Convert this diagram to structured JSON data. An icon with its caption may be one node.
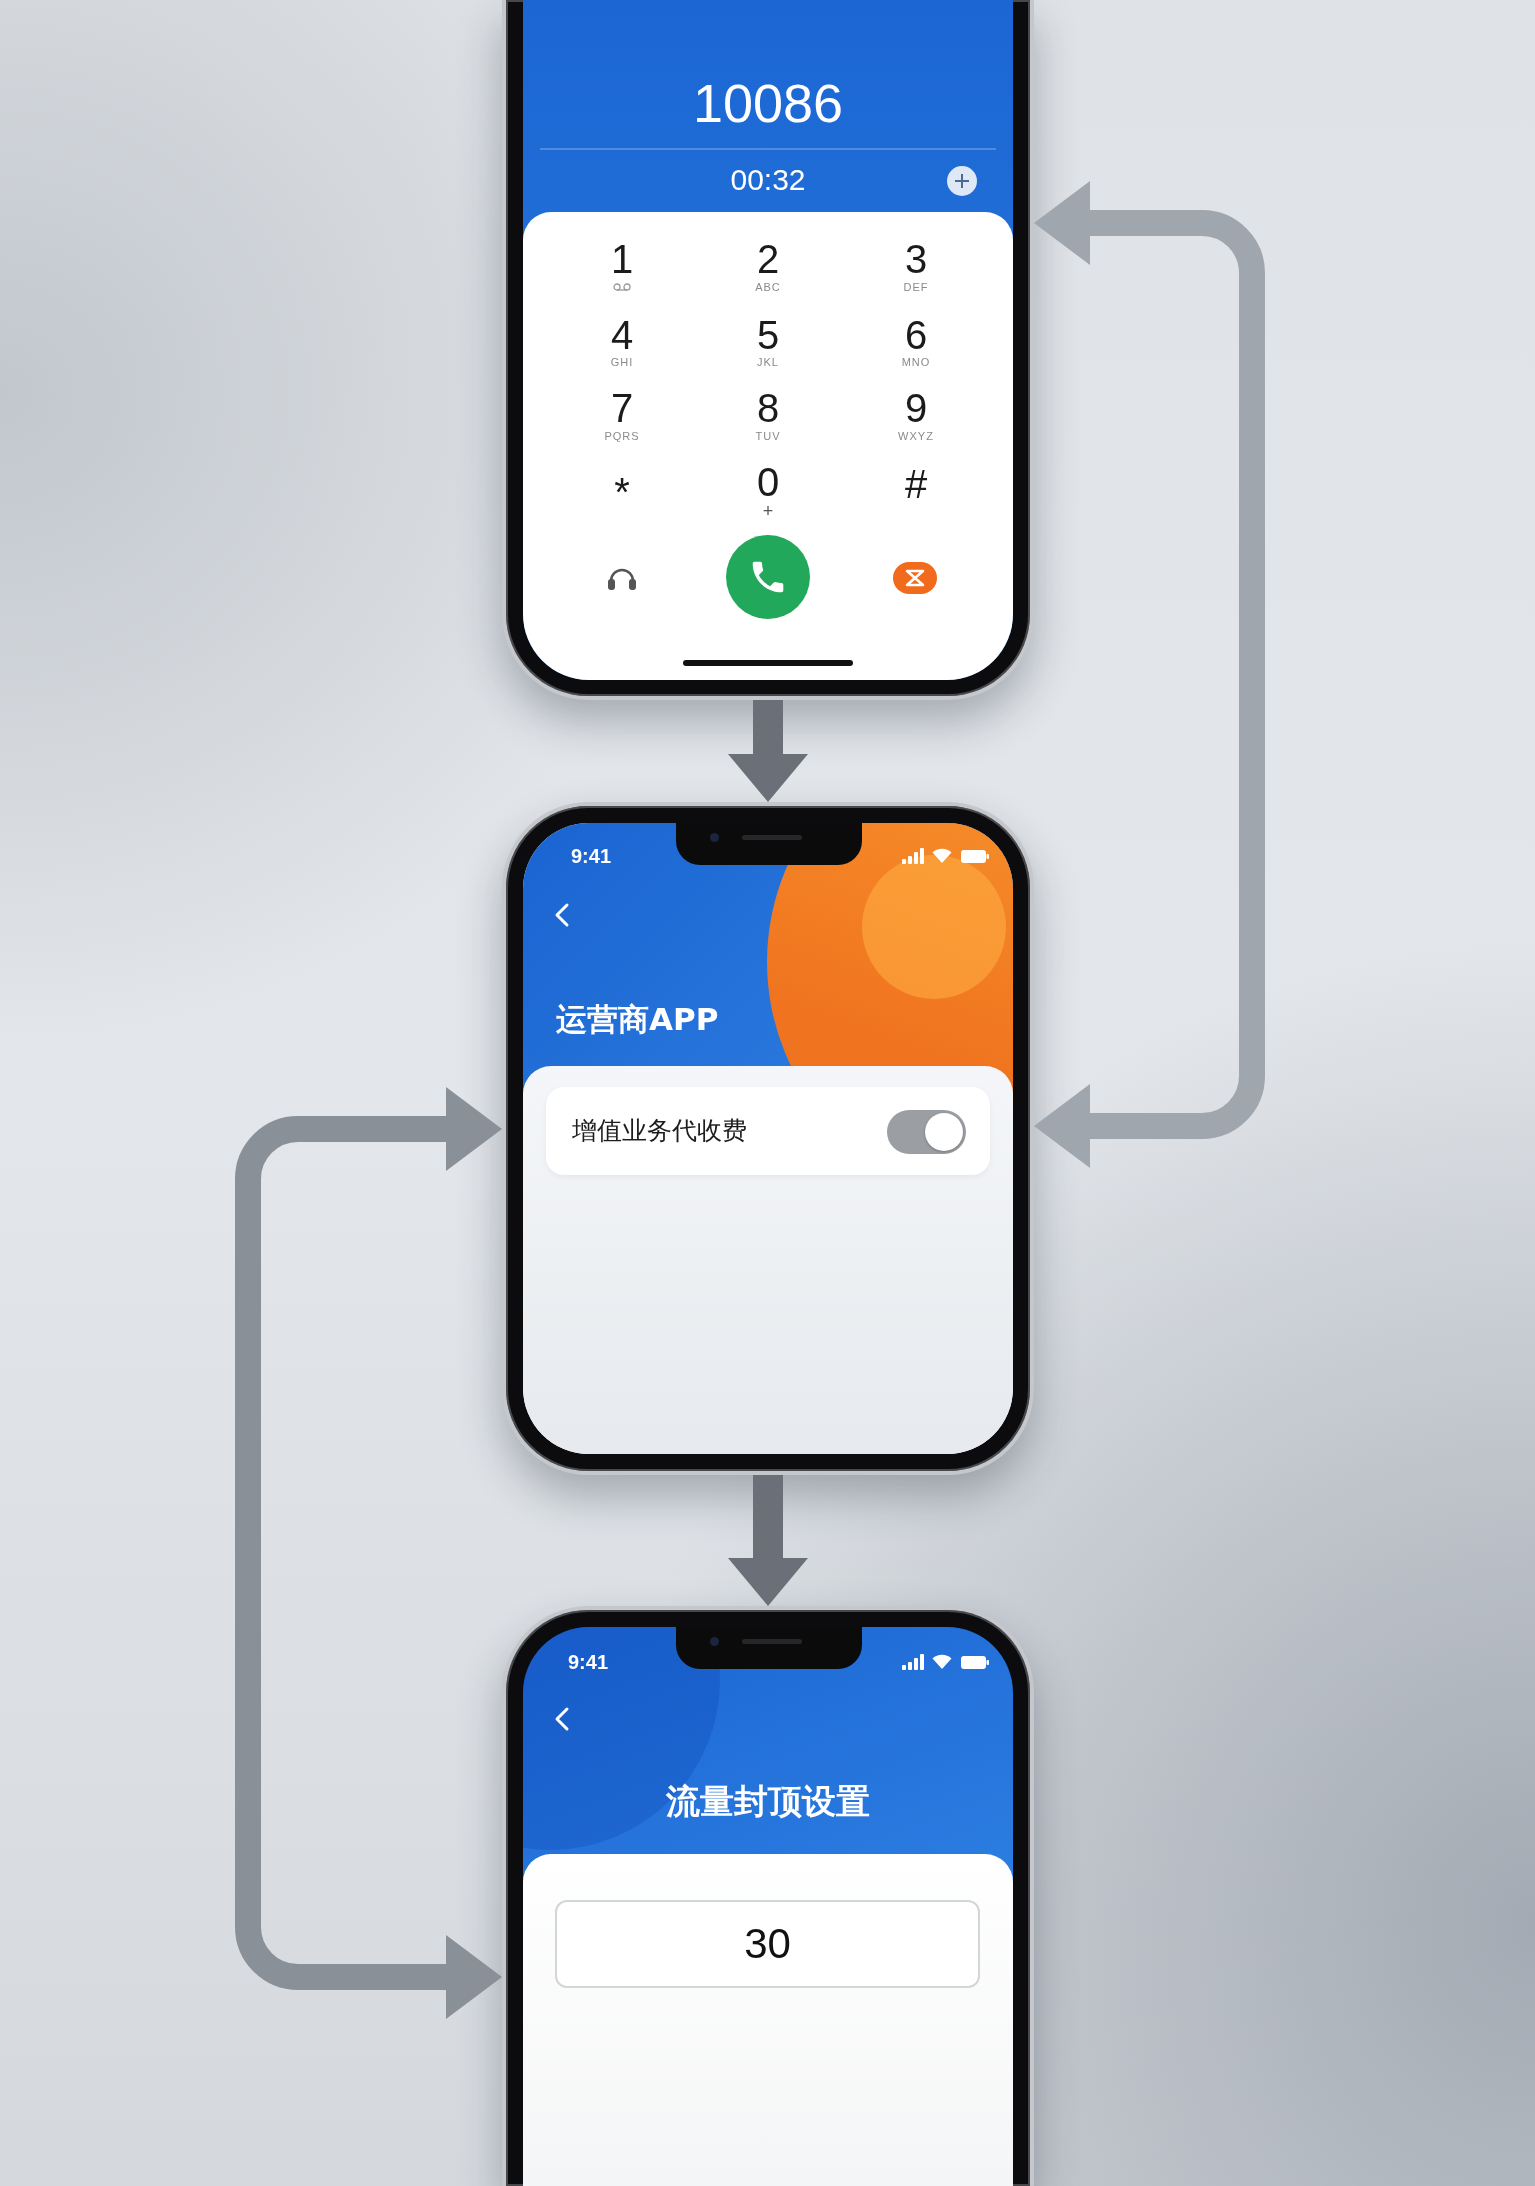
{
  "diagram": {
    "nodes": [
      {
        "text": [
          "10086",
          "00:32"
        ]
      },
      {
        "text": [
          "9:41",
          "运营商APP"
        ]
      },
      {
        "text": [
          "增值业务代收费"
        ],
        "in": 1
      },
      {
        "text": [
          "9:41",
          "流量封顶设置"
        ]
      },
      {
        "text": [
          "30"
        ],
        "in": 3
      }
    ],
    "edges": [
      {
        "from": 0,
        "to": 1,
        "arrow": "to"
      },
      {
        "from": 1,
        "to": 3,
        "arrow": "to"
      },
      {
        "from": 0,
        "to": 1,
        "arrow": "both"
      },
      {
        "from": 1,
        "to": 3,
        "arrow": "both"
      }
    ],
    "labels": [
      "1",
      "2",
      "ABC",
      "3",
      "DEF",
      "4",
      "GHI",
      "5",
      "JKL",
      "6",
      "MNO",
      "7",
      "PQRS",
      "8",
      "TUV",
      "9",
      "WXYZ",
      "*",
      "0",
      "+",
      "#"
    ]
  }
}
